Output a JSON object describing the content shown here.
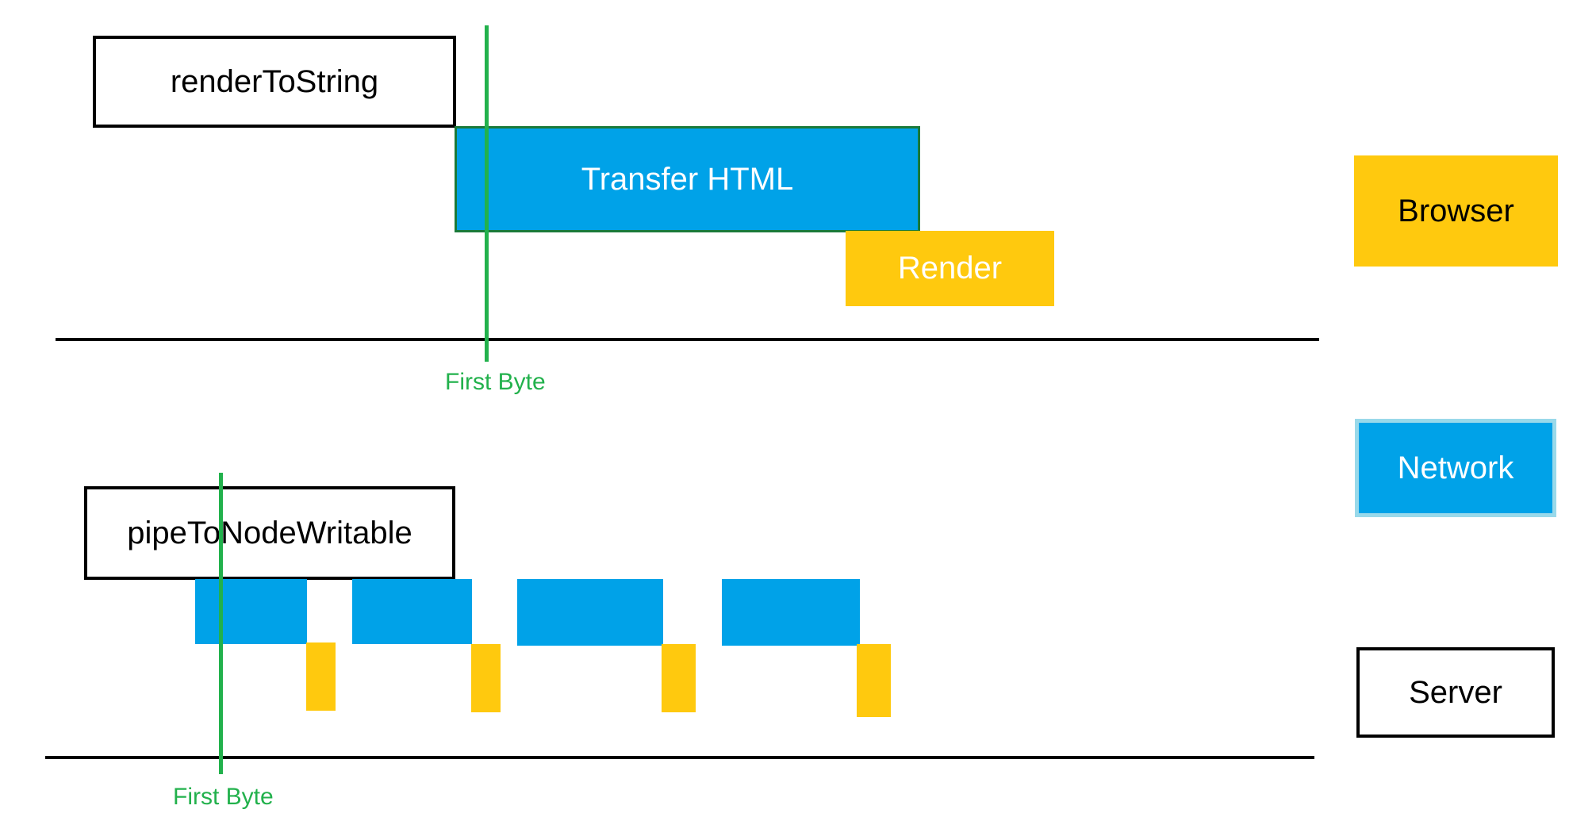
{
  "colors": {
    "network": "#00a2e8",
    "browser": "#ffc90e",
    "marker": "#22b14c",
    "outline": "#000000"
  },
  "top": {
    "server_task": "renderToString",
    "network_task": "Transfer HTML",
    "browser_task": "Render",
    "marker_label": "First Byte"
  },
  "bottom": {
    "server_task": "pipeToNodeWritable",
    "marker_label": "First Byte",
    "network_chunks": 4,
    "browser_chunks": 4
  },
  "legend": {
    "browser": "Browser",
    "network": "Network",
    "server": "Server"
  }
}
